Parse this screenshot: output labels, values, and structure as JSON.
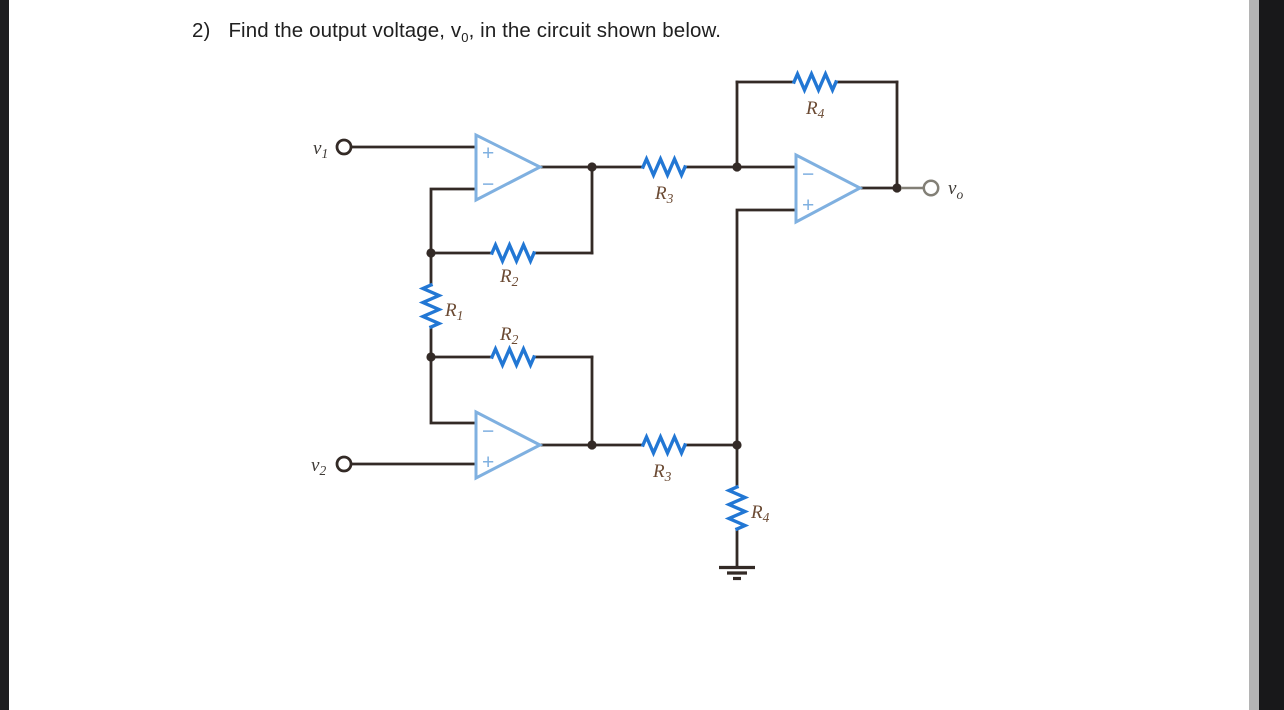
{
  "page": {
    "background": "#ffffff",
    "left_bar_color": "#1e1e20",
    "right_bar_color": "#18181a",
    "scrollbar_color": "#b4b4b4"
  },
  "title": {
    "number": "2)",
    "text_before_sub": "Find the output voltage, v",
    "subscript": "0",
    "text_after_sub": ", in the circuit shown below."
  },
  "circuit": {
    "colors": {
      "wire": "#332a26",
      "resistor": "#2277d4",
      "opamp_outline": "#7fb0e0",
      "r_label": "#6b4a33",
      "v_label": "#3e3a36",
      "output_lead": "#827f76"
    },
    "labels": {
      "v1": {
        "base": "v",
        "sub": "1"
      },
      "v2": {
        "base": "v",
        "sub": "2"
      },
      "vo": {
        "base": "v",
        "sub": "o"
      },
      "r1": {
        "base": "R",
        "sub": "1"
      },
      "r2a": {
        "base": "R",
        "sub": "2"
      },
      "r2b": {
        "base": "R",
        "sub": "2"
      },
      "r3a": {
        "base": "R",
        "sub": "3"
      },
      "r3b": {
        "base": "R",
        "sub": "3"
      },
      "r4a": {
        "base": "R",
        "sub": "4"
      },
      "r4b": {
        "base": "R",
        "sub": "4"
      }
    },
    "opamp_signs": {
      "plus": "+",
      "minus": "−"
    }
  }
}
